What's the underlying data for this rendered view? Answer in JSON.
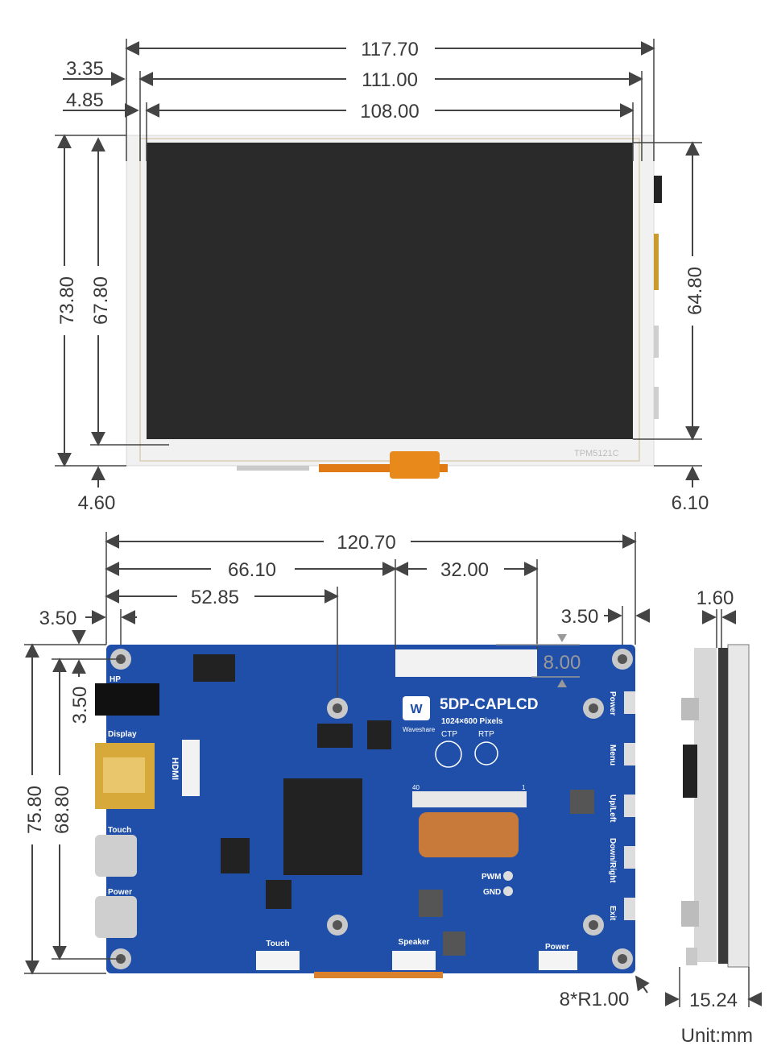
{
  "front": {
    "dims": {
      "overall_width": "117.70",
      "touch_width": "111.00",
      "display_width": "108.00",
      "left_offset_outer": "3.35",
      "left_offset_inner": "4.85",
      "overall_height": "73.80",
      "touch_height": "67.80",
      "display_height": "64.80",
      "bottom_left": "4.60",
      "bottom_right": "6.10"
    },
    "panel_label": "TPM5121C"
  },
  "back": {
    "dims": {
      "overall_width": "120.70",
      "hole_to_center": "66.10",
      "hole_to_inner": "52.85",
      "window_width": "32.00",
      "left_hole": "3.50",
      "right_hole": "3.50",
      "window_height": "8.00",
      "top_hole": "3.50",
      "overall_height": "75.80",
      "hole_height": "68.80",
      "holes": "8*R1.00"
    },
    "board": {
      "model": "5DP-CAPLCD",
      "resolution": "1024×600 Pixels",
      "brand": "Waveshare",
      "ctp": "CTP",
      "rtp": "RTP",
      "hdmi": "HDMI",
      "labels": {
        "hp": "HP",
        "display": "Display",
        "touch": "Touch",
        "power": "Power",
        "touch_connector": "Touch",
        "speaker": "Speaker",
        "power_connector": "Power",
        "pwm": "PWM",
        "gnd": "GND",
        "pin40": "40",
        "pin1": "1"
      },
      "buttons": [
        "Power",
        "Menu",
        "Up/Left",
        "Down/Right",
        "Exit"
      ]
    }
  },
  "side": {
    "dims": {
      "thickness_top": "1.60",
      "depth": "15.24"
    }
  },
  "unit": "Unit:mm",
  "colors": {
    "pcb": "#1f4fa8",
    "screen": "#2a2a2a",
    "touch_frame": "#f2f2f2",
    "dimension_line": "#444444"
  }
}
